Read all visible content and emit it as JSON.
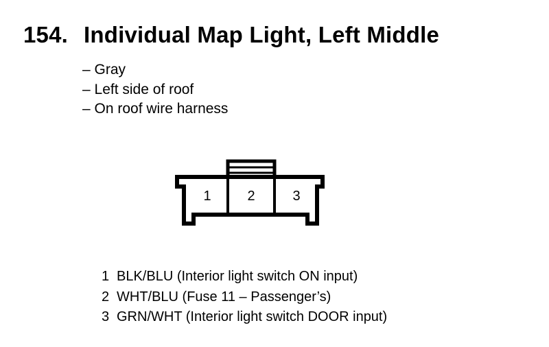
{
  "connector": {
    "number": "154.",
    "name": "Individual Map Light, Left Middle",
    "details": [
      "– Gray",
      "– Left side of roof",
      "– On roof wire harness"
    ],
    "cavity_labels": [
      "1",
      "2",
      "3"
    ]
  },
  "pins": [
    {
      "pin": "1",
      "desc": "BLK/BLU (Interior light switch ON input)"
    },
    {
      "pin": "2",
      "desc": "WHT/BLU (Fuse 11 – Passenger’s)"
    },
    {
      "pin": "3",
      "desc": "GRN/WHT (Interior light switch DOOR input)"
    }
  ]
}
